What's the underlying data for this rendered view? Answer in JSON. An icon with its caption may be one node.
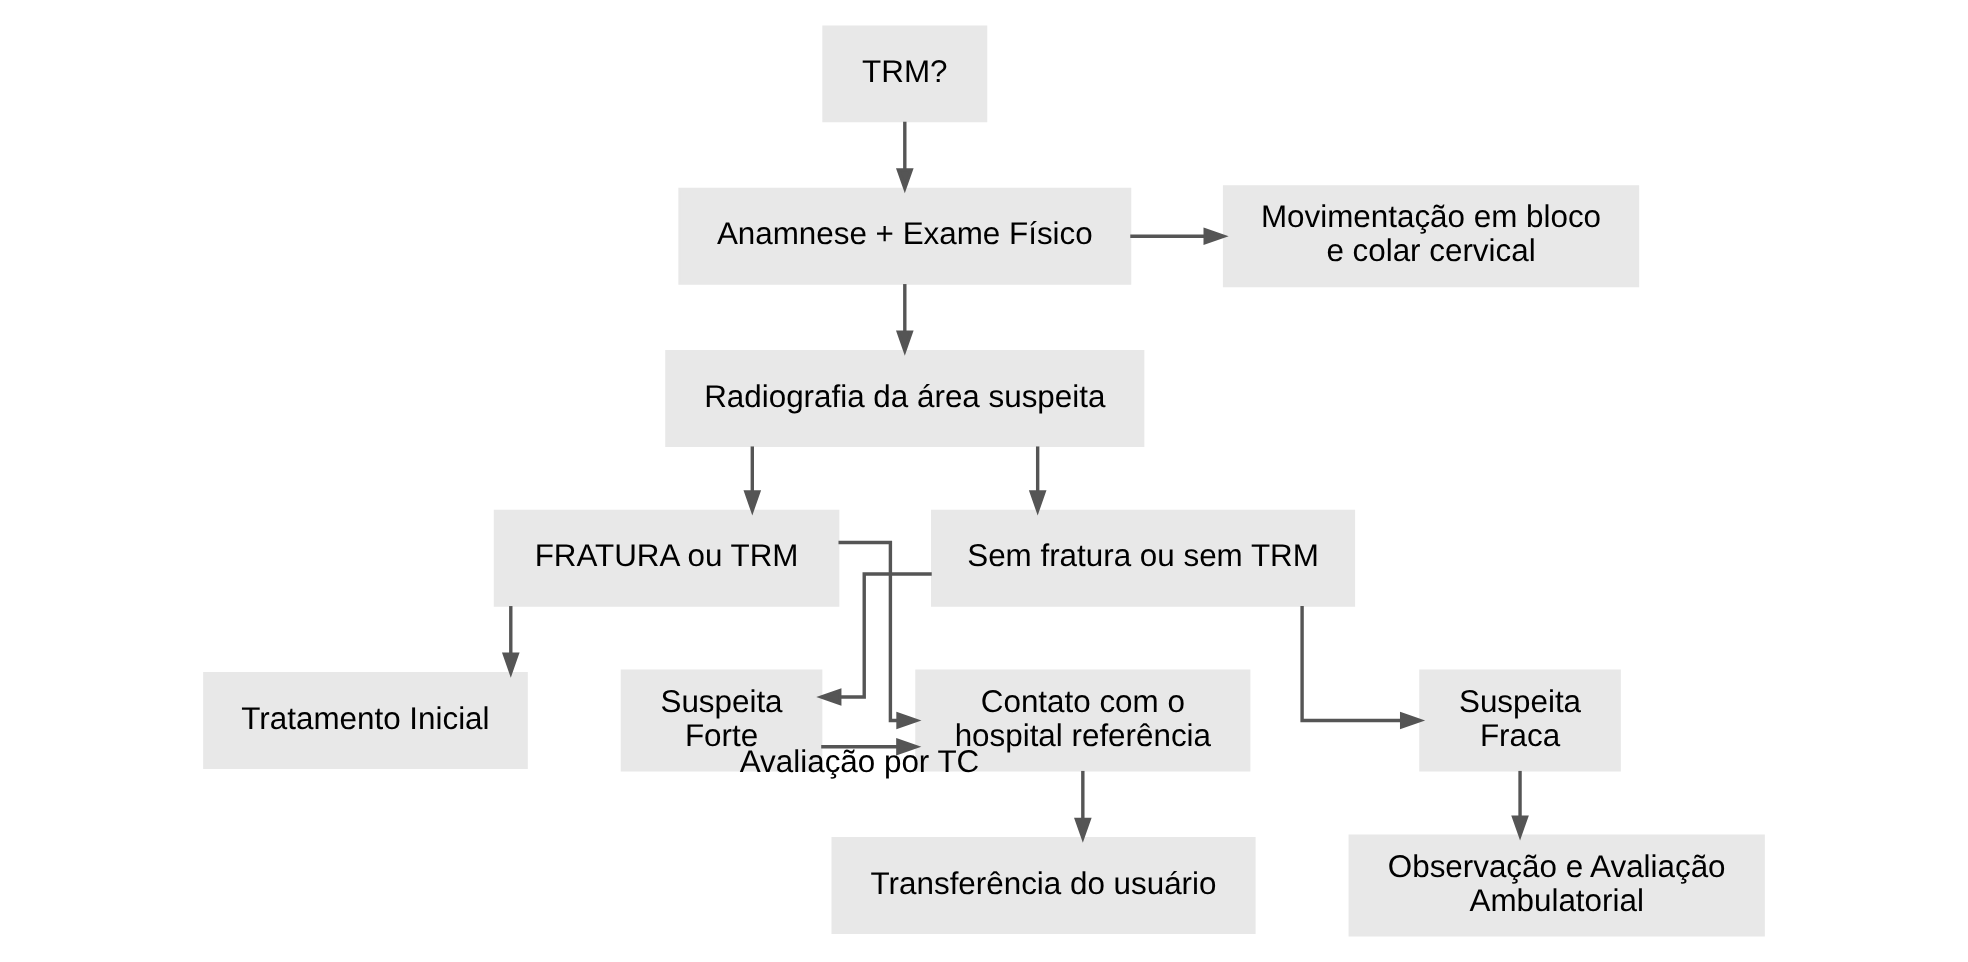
{
  "diagram": {
    "nodes": [
      {
        "text": [
          "TRM?"
        ]
      },
      {
        "text": [
          "Anamnese + Exame Físico"
        ]
      },
      {
        "text": [
          "Movimentação em bloco e colar cervical"
        ]
      },
      {
        "text": [
          "Radiografia da área suspeita"
        ]
      },
      {
        "text": [
          "FRATURA ou TRM"
        ]
      },
      {
        "text": [
          "Sem fratura ou sem TRM"
        ]
      },
      {
        "text": [
          "Tratamento Inicial"
        ]
      },
      {
        "text": [
          "Contato com o hospital referência"
        ]
      },
      {
        "text": [
          "Suspeita Forte"
        ]
      },
      {
        "text": [
          "Suspeita Fraca"
        ]
      },
      {
        "text": [
          "Transferência do usuário"
        ]
      },
      {
        "text": [
          "Observação e Avaliação Ambulatorial"
        ]
      }
    ],
    "edges": [
      {
        "from": 0,
        "to": 1,
        "arrow": "to"
      },
      {
        "from": 1,
        "to": 2,
        "arrow": "to"
      },
      {
        "from": 1,
        "to": 3,
        "arrow": "to"
      },
      {
        "from": 3,
        "to": 4,
        "arrow": "to"
      },
      {
        "from": 3,
        "to": 5,
        "arrow": "to"
      },
      {
        "from": 4,
        "to": 6,
        "arrow": "to"
      },
      {
        "from": 4,
        "to": 7,
        "arrow": "to"
      },
      {
        "from": 5,
        "to": 8,
        "arrow": "to"
      },
      {
        "from": 5,
        "to": 9,
        "arrow": "to"
      },
      {
        "from": 8,
        "to": 7,
        "arrow": "to",
        "label": "Avaliação por TC"
      },
      {
        "from": 7,
        "to": 10,
        "arrow": "to"
      },
      {
        "from": 9,
        "to": 11,
        "arrow": "to"
      }
    ]
  }
}
